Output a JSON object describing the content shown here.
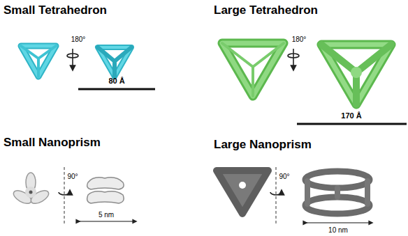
{
  "diagram": {
    "labels": [
      "Small Tetrahedron",
      "Large Tetrahedron",
      "180°",
      "180°",
      "80 Å",
      "170 Å",
      "Small Nanoprism",
      "Large Nanoprism",
      "90°",
      "90°",
      "5 nm",
      "10 nm"
    ]
  }
}
